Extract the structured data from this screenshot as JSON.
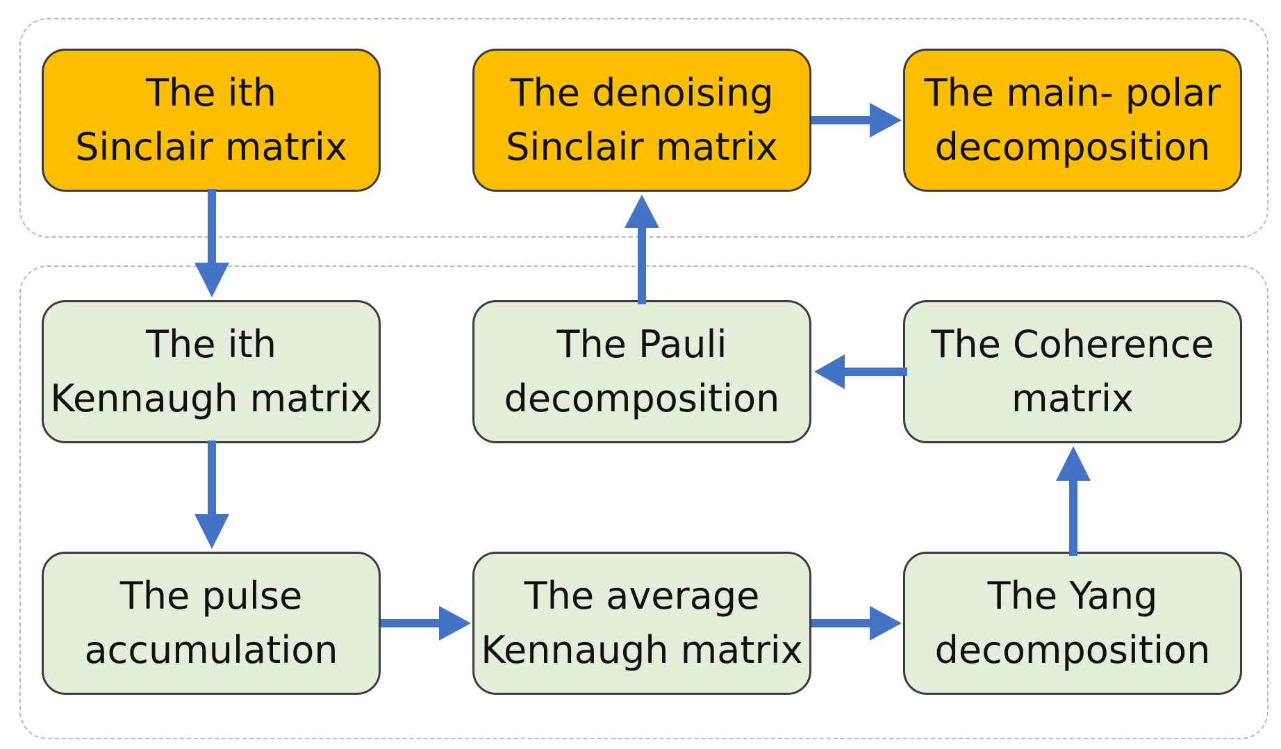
{
  "colors": {
    "highlight_fill": "#fdbf00",
    "process_fill": "#e3efd9",
    "arrow": "#4472c4",
    "group_border": "#b8b8b8"
  },
  "nodes": {
    "ith_sinclair": {
      "line1": "The ith",
      "line2": "Sinclair matrix"
    },
    "denoising_sinclair": {
      "line1": "The denoising",
      "line2": "Sinclair matrix"
    },
    "main_polar": {
      "line1": "The main- polar",
      "line2": "decomposition"
    },
    "ith_kennaugh": {
      "line1": "The ith",
      "line2": "Kennaugh matrix"
    },
    "pauli": {
      "line1": "The Pauli",
      "line2": "decomposition"
    },
    "coherence": {
      "line1": "The Coherence",
      "line2": "matrix"
    },
    "pulse": {
      "line1": "The pulse",
      "line2": "accumulation"
    },
    "average_kennaugh": {
      "line1": "The average",
      "line2": "Kennaugh matrix"
    },
    "yang": {
      "line1": "The Yang",
      "line2": "decomposition"
    }
  },
  "edges": [
    {
      "from": "ith_sinclair",
      "to": "ith_kennaugh"
    },
    {
      "from": "ith_kennaugh",
      "to": "pulse"
    },
    {
      "from": "pulse",
      "to": "average_kennaugh"
    },
    {
      "from": "average_kennaugh",
      "to": "yang"
    },
    {
      "from": "yang",
      "to": "coherence"
    },
    {
      "from": "coherence",
      "to": "pauli"
    },
    {
      "from": "pauli",
      "to": "denoising_sinclair"
    },
    {
      "from": "denoising_sinclair",
      "to": "main_polar"
    }
  ]
}
